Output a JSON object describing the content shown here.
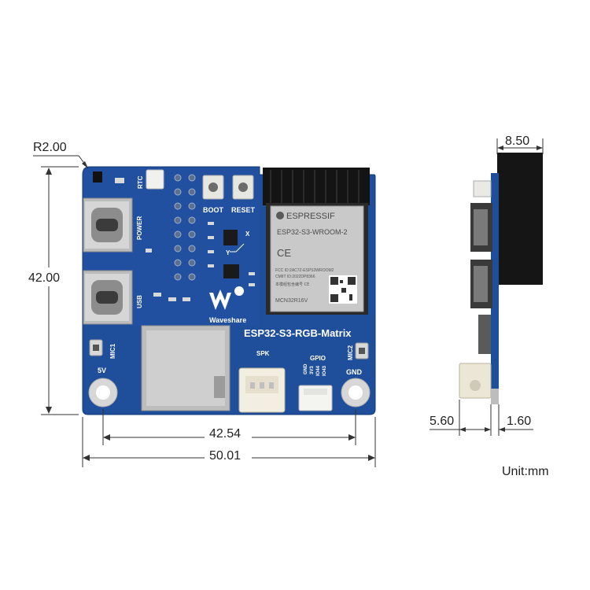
{
  "dimensions": {
    "corner_radius": "R2.00",
    "height": "42.00",
    "hole_spacing": "42.54",
    "width": "50.01",
    "module_thickness": "8.50",
    "side_left": "5.60",
    "side_right": "1.60"
  },
  "unit_label": "Unit:mm",
  "board": {
    "title": "ESP32-S3-RGB-Matrix",
    "brand": "Waveshare",
    "labels": {
      "rtc": "RTC",
      "boot": "BOOT",
      "reset": "RESET",
      "power": "POWER",
      "usb": "USB",
      "mic1": "MIC1",
      "mic2": "MIC2",
      "five_v": "5V",
      "gnd": "GND",
      "spk": "SPK",
      "gpio": "GPIO",
      "pin_gnd": "GND",
      "pin_3v3": "3V3",
      "pin_io44": "IO44",
      "pin_io43": "IO43",
      "axis_x": "X",
      "axis_y": "Y"
    },
    "module": {
      "vendor": "ESPRESSIF",
      "model": "ESP32-S3-WROOM-2",
      "ce": "CE",
      "fcc": "FCC ID:2AC7Z-ESPS3WROOM2",
      "cmiit": "CMIIT ID:2022DP8366",
      "line3": "本模组包含编号 CE",
      "code": "MCN32R16V"
    }
  },
  "colors": {
    "pcb": "#1f4e9a",
    "pcb_dark": "#173f80",
    "silk": "#ffffff",
    "shield": "#c9c9c9",
    "module_black": "#1a1a1a"
  }
}
